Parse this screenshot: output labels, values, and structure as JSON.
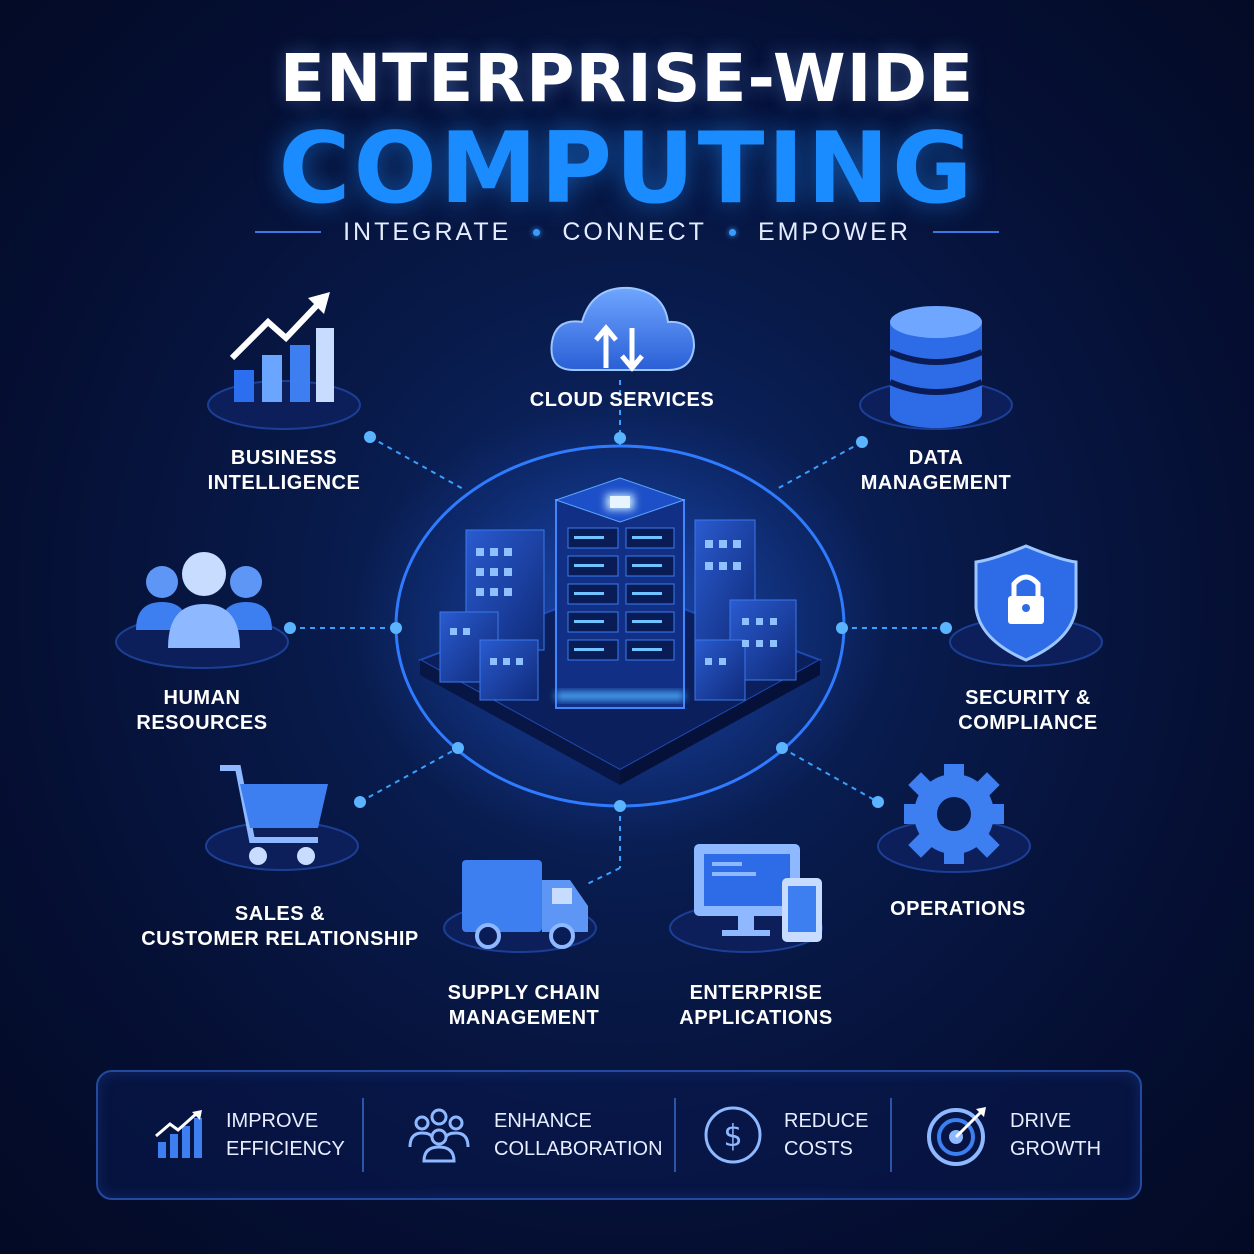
{
  "header": {
    "title_line1": "ENTERPRISE-WIDE",
    "title_line2": "COMPUTING",
    "tagline": [
      "INTEGRATE",
      "CONNECT",
      "EMPOWER"
    ]
  },
  "modules": {
    "cloud": [
      "CLOUD SERVICES"
    ],
    "bi": [
      "BUSINESS",
      "INTELLIGENCE"
    ],
    "data": [
      "DATA",
      "MANAGEMENT"
    ],
    "hr": [
      "HUMAN",
      "RESOURCES"
    ],
    "security": [
      "SECURITY &",
      "COMPLIANCE"
    ],
    "sales": [
      "SALES &",
      "CUSTOMER RELATIONSHIP"
    ],
    "operations": [
      "OPERATIONS"
    ],
    "supply": [
      "SUPPLY CHAIN",
      "MANAGEMENT"
    ],
    "apps": [
      "ENTERPRISE",
      "APPLICATIONS"
    ]
  },
  "benefits": [
    {
      "icon": "bar-chart-growth-icon",
      "lines": [
        "IMPROVE",
        "EFFICIENCY"
      ]
    },
    {
      "icon": "team-icon",
      "lines": [
        "ENHANCE",
        "COLLABORATION"
      ]
    },
    {
      "icon": "dollar-icon",
      "lines": [
        "REDUCE",
        "COSTS"
      ]
    },
    {
      "icon": "target-icon",
      "lines": [
        "DRIVE",
        "GROWTH"
      ]
    }
  ],
  "colors": {
    "background": "#050f33",
    "accent": "#1a8cff",
    "icon_fill": "#3d7ff0",
    "connector": "#3aa0ff"
  }
}
